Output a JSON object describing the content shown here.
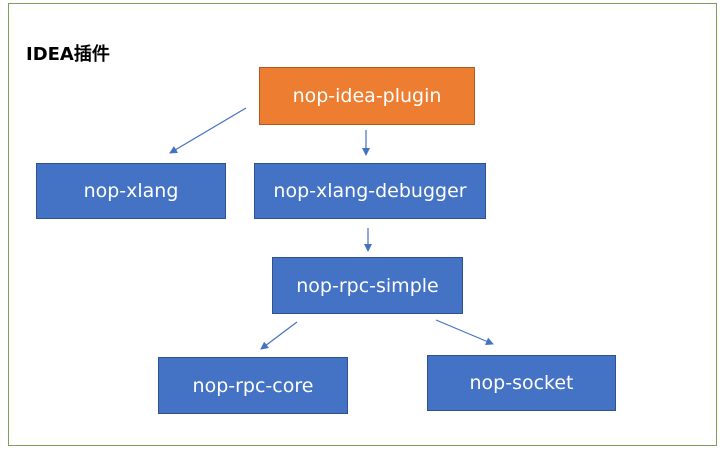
{
  "title": "IDEA插件",
  "nodes": {
    "idea_plugin": "nop-idea-plugin",
    "xlang": "nop-xlang",
    "xlang_debugger": "nop-xlang-debugger",
    "rpc_simple": "nop-rpc-simple",
    "rpc_core": "nop-rpc-core",
    "socket": "nop-socket"
  },
  "edges": [
    {
      "from": "nop-idea-plugin",
      "to": "nop-xlang"
    },
    {
      "from": "nop-idea-plugin",
      "to": "nop-xlang-debugger"
    },
    {
      "from": "nop-xlang-debugger",
      "to": "nop-rpc-simple"
    },
    {
      "from": "nop-rpc-simple",
      "to": "nop-rpc-core"
    },
    {
      "from": "nop-rpc-simple",
      "to": "nop-socket"
    }
  ],
  "colors": {
    "root_fill": "#ed7d31",
    "node_fill": "#4472c4",
    "arrow": "#4472c4",
    "frame_border": "#7aa05a"
  }
}
